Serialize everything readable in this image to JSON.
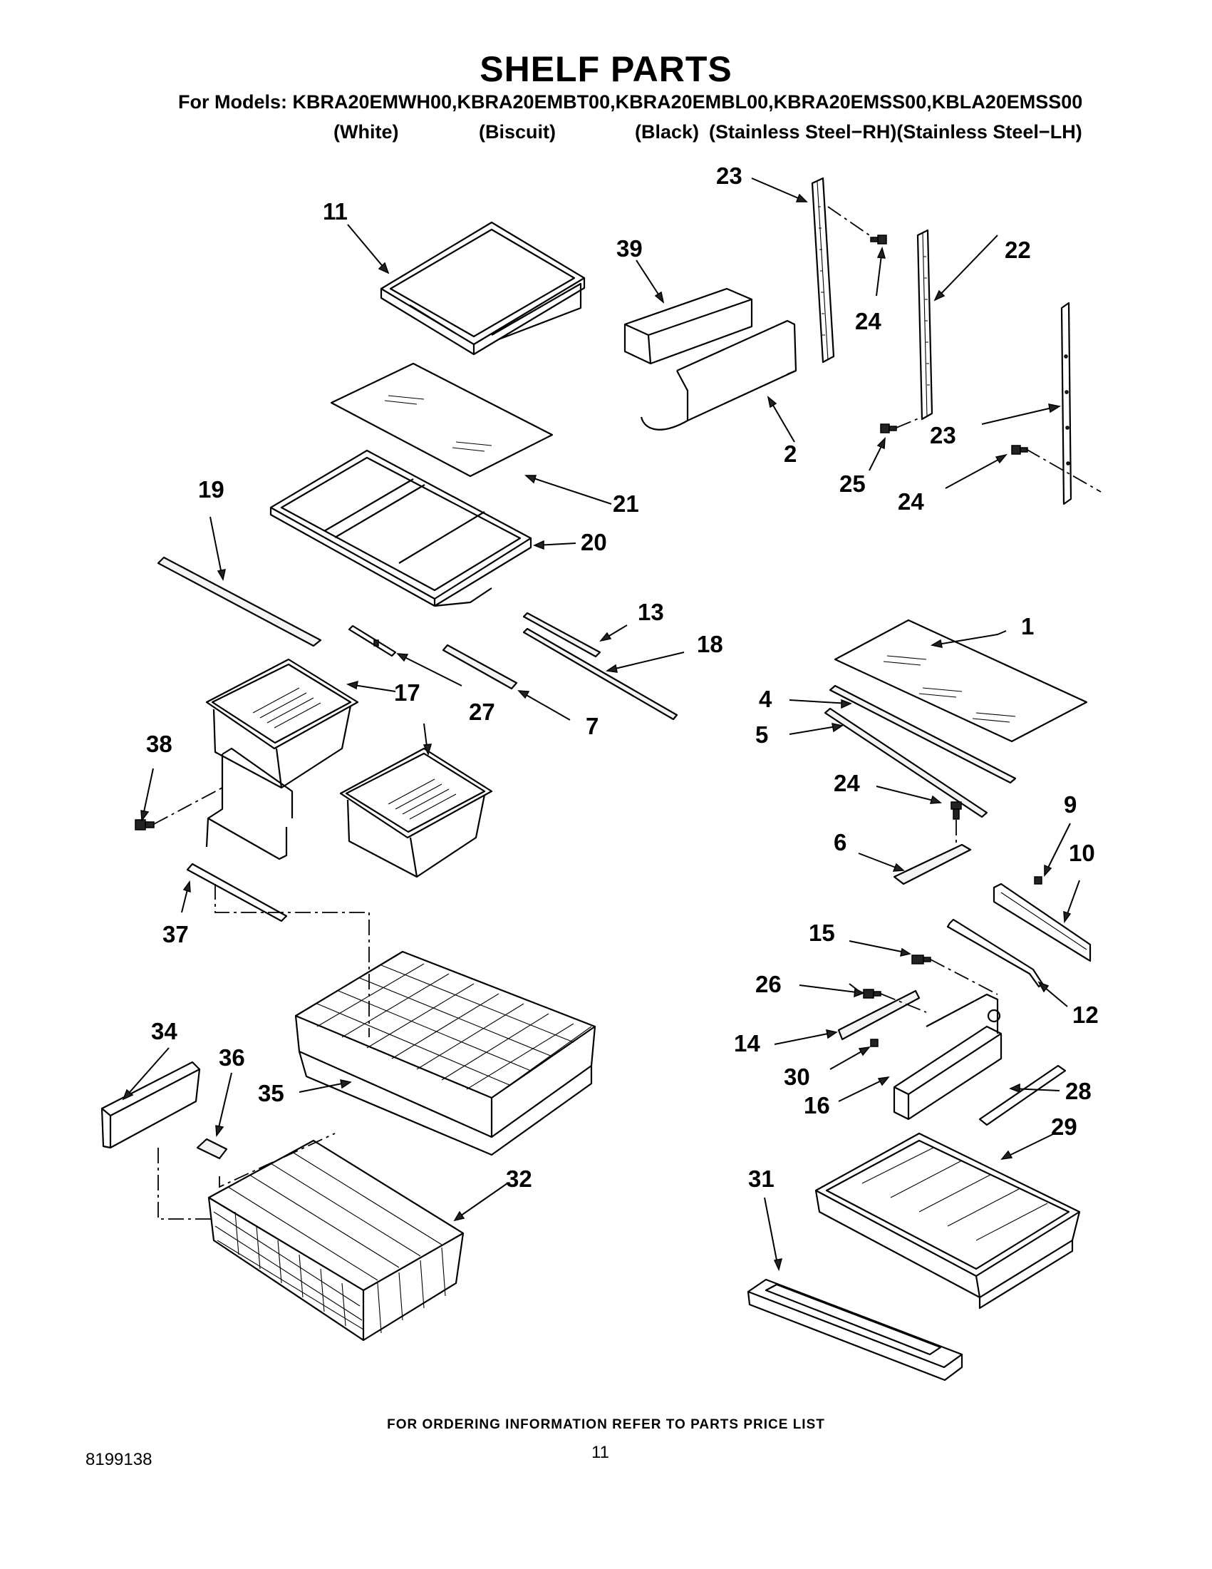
{
  "header": {
    "title": "SHELF PARTS",
    "models_line": "For Models: KBRA20EMWH00,KBRA20EMBT00,KBRA20EMBL00,KBRA20EMSS00,KBLA20EMSS00",
    "variants": [
      "(White)",
      "(Biscuit)",
      "(Black)",
      "(Stainless Steel−RH)(Stainless Steel−LH)"
    ]
  },
  "callouts": {
    "p1": "1",
    "p2": "2",
    "p4": "4",
    "p5": "5",
    "p6": "6",
    "p7": "7",
    "p9": "9",
    "p10": "10",
    "p11": "11",
    "p12": "12",
    "p13": "13",
    "p14": "14",
    "p15": "15",
    "p16": "16",
    "p17": "17",
    "p18": "18",
    "p19": "19",
    "p20": "20",
    "p21": "21",
    "p22": "22",
    "p23a": "23",
    "p23b": "23",
    "p24a": "24",
    "p24b": "24",
    "p24c": "24",
    "p25": "25",
    "p26": "26",
    "p27": "27",
    "p28": "28",
    "p29": "29",
    "p30": "30",
    "p31": "31",
    "p32": "32",
    "p34": "34",
    "p35": "35",
    "p36": "36",
    "p37": "37",
    "p38": "38",
    "p39": "39"
  },
  "footer": {
    "ordering_note": "FOR ORDERING INFORMATION REFER TO PARTS PRICE LIST",
    "doc_number": "8199138",
    "page_number": "11"
  }
}
